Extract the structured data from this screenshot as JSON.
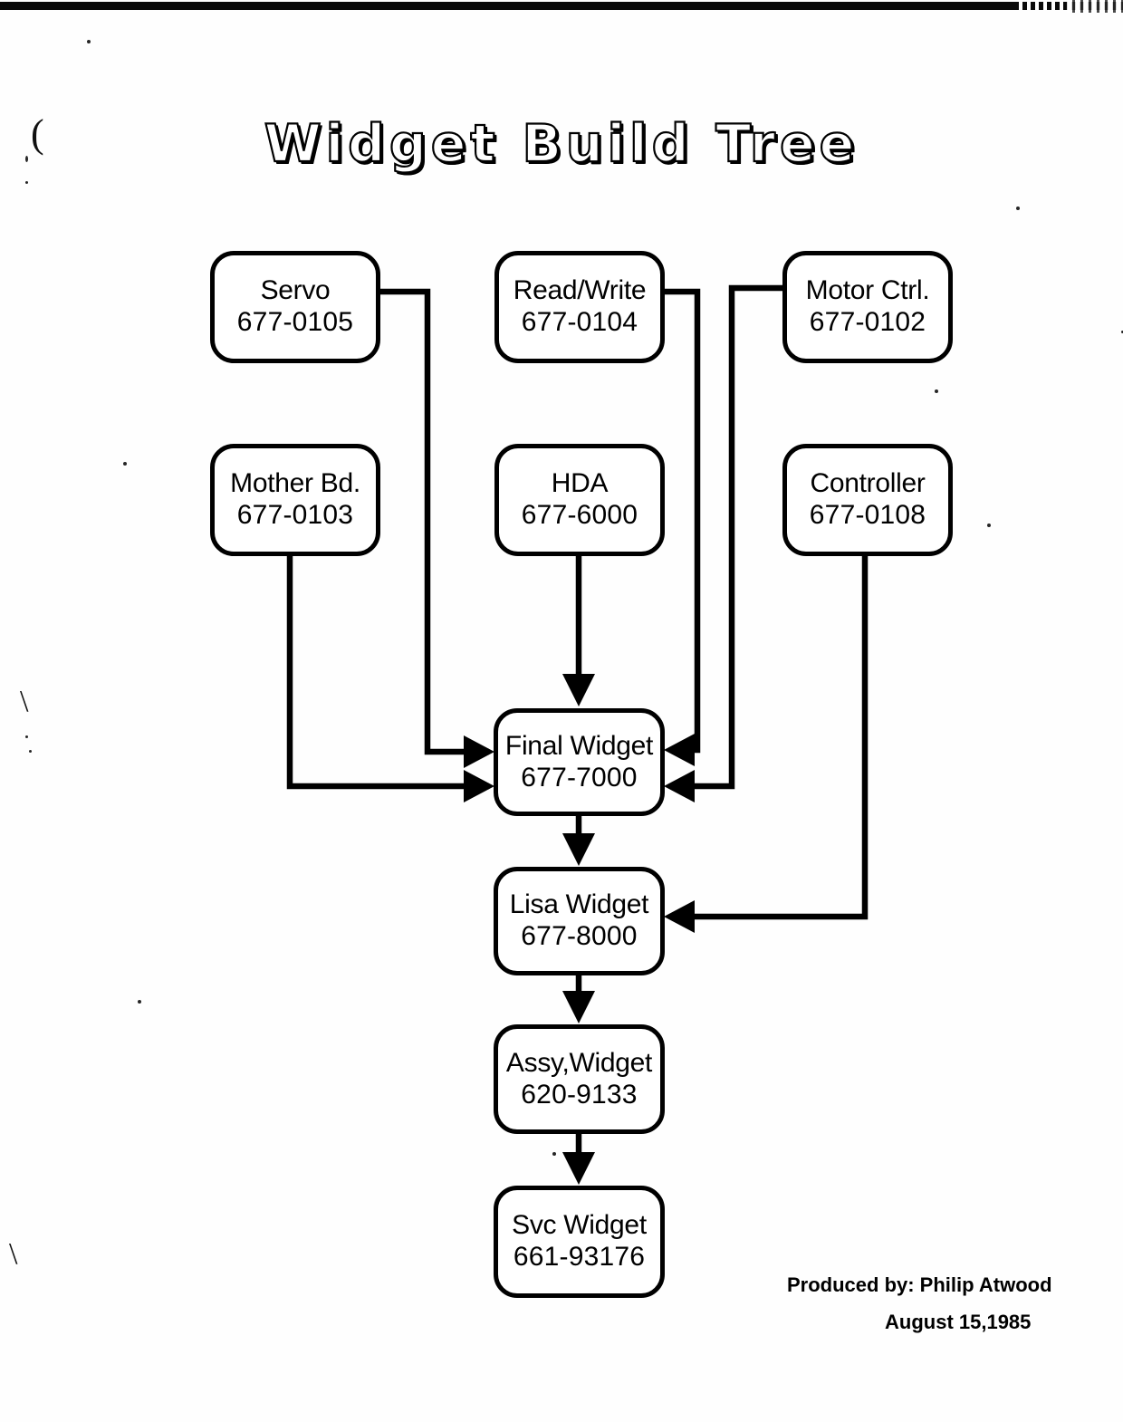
{
  "document": {
    "title": "Widget Build Tree",
    "produced_by": "Produced by: Philip Atwood",
    "date": "August 15,1985",
    "ink_color": "#000000",
    "paper_color": "#ffffff"
  },
  "chart_data": {
    "type": "diagram",
    "title": "Widget Build Tree",
    "nodes": [
      {
        "id": "servo",
        "name": "Servo",
        "part": "677-0105"
      },
      {
        "id": "readwrite",
        "name": "Read/Write",
        "part": "677-0104"
      },
      {
        "id": "motorctrl",
        "name": "Motor Ctrl.",
        "part": "677-0102"
      },
      {
        "id": "motherbd",
        "name": "Mother Bd.",
        "part": "677-0103"
      },
      {
        "id": "hda",
        "name": "HDA",
        "part": "677-6000"
      },
      {
        "id": "controller",
        "name": "Controller",
        "part": "677-0108"
      },
      {
        "id": "final",
        "name": "Final Widget",
        "part": "677-7000"
      },
      {
        "id": "lisa",
        "name": "Lisa Widget",
        "part": "677-8000"
      },
      {
        "id": "assy",
        "name": "Assy,Widget",
        "part": "620-9133"
      },
      {
        "id": "svc",
        "name": "Svc Widget",
        "part": "661-93176"
      }
    ],
    "edges": [
      {
        "from": "servo",
        "to": "final",
        "enters": "left"
      },
      {
        "from": "motherbd",
        "to": "final",
        "enters": "left"
      },
      {
        "from": "hda",
        "to": "final",
        "enters": "top"
      },
      {
        "from": "readwrite",
        "to": "final",
        "enters": "right"
      },
      {
        "from": "motorctrl",
        "to": "final",
        "enters": "right"
      },
      {
        "from": "final",
        "to": "lisa",
        "enters": "top"
      },
      {
        "from": "controller",
        "to": "lisa",
        "enters": "right"
      },
      {
        "from": "lisa",
        "to": "assy",
        "enters": "top"
      },
      {
        "from": "assy",
        "to": "svc",
        "enters": "top"
      }
    ]
  },
  "nodes": {
    "servo": {
      "name": "Servo",
      "part": "677-0105"
    },
    "readwrite": {
      "name": "Read/Write",
      "part": "677-0104"
    },
    "motorctrl": {
      "name": "Motor Ctrl.",
      "part": "677-0102"
    },
    "motherbd": {
      "name": "Mother Bd.",
      "part": "677-0103"
    },
    "hda": {
      "name": "HDA",
      "part": "677-6000"
    },
    "controller": {
      "name": "Controller",
      "part": "677-0108"
    },
    "final": {
      "name": "Final Widget",
      "part": "677-7000"
    },
    "lisa": {
      "name": "Lisa Widget",
      "part": "677-8000"
    },
    "assy": {
      "name": "Assy,Widget",
      "part": "620-9133"
    },
    "svc": {
      "name": "Svc Widget",
      "part": "661-93176"
    }
  },
  "margin_marks": {
    "mark_top_left": "(",
    "mark_mid_left": "\\",
    "mark_low_left": "\\"
  }
}
